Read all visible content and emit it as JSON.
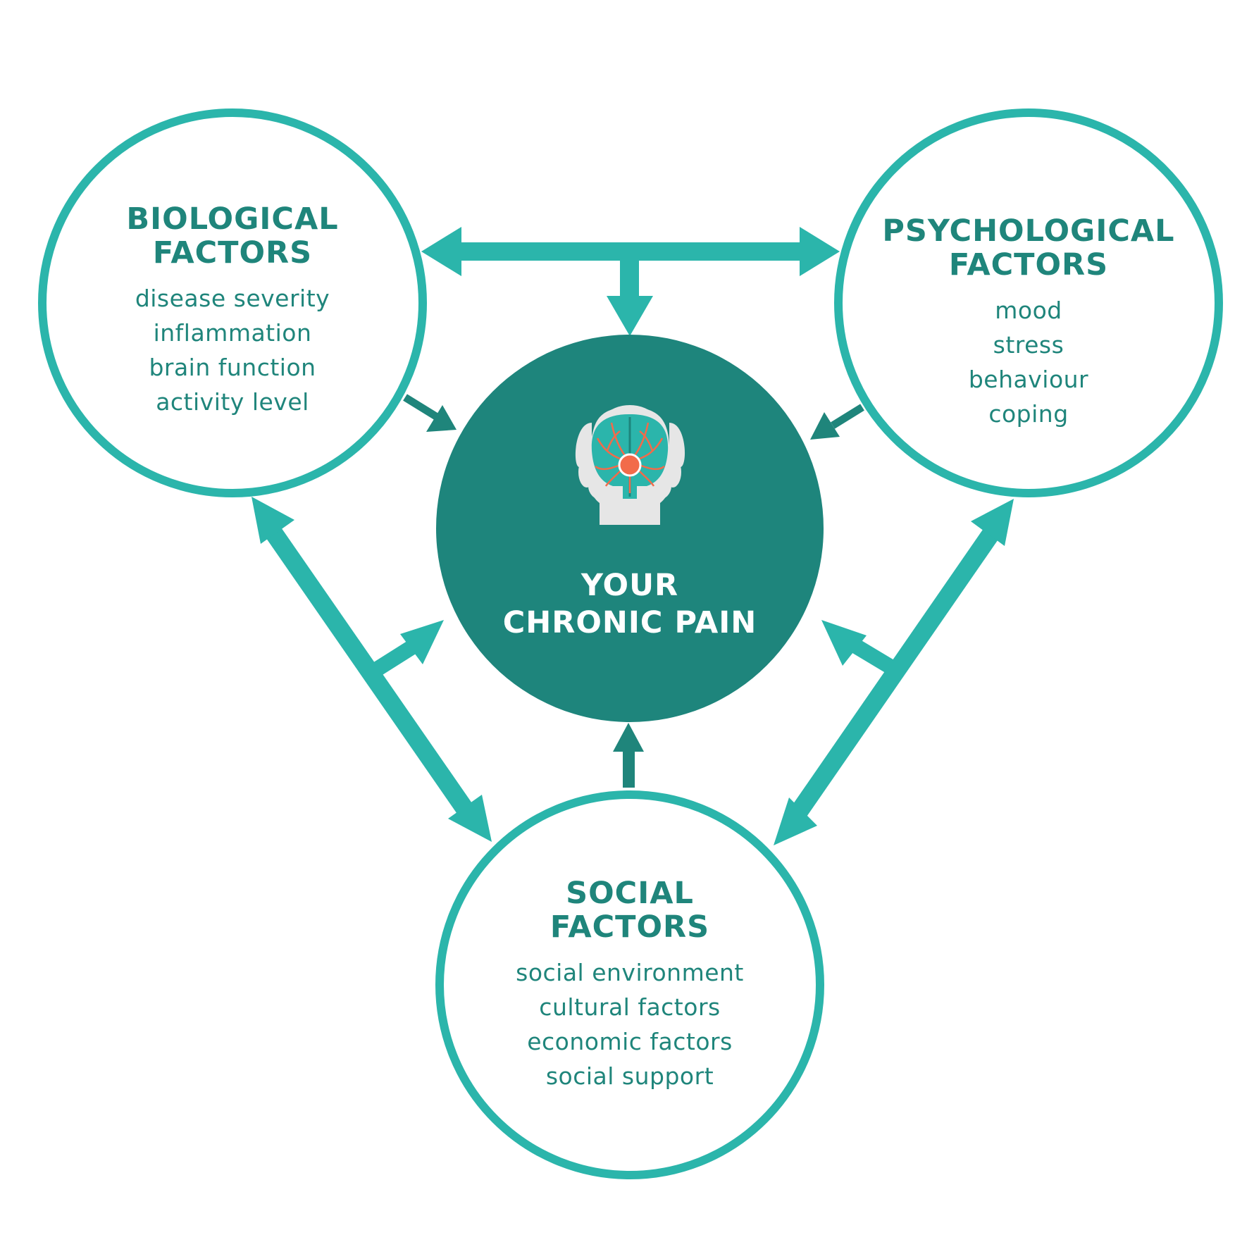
{
  "colors": {
    "circle_outline": "#2bb5ab",
    "arrow_light": "#2bb5ab",
    "arrow_dark": "#1f857b",
    "center_fill": "#1e857c",
    "text_teal": "#1f857b",
    "head_gray": "#e6e6e6",
    "pain_orange": "#f26b4a"
  },
  "center": {
    "icon": "head-brain-icon",
    "title_line1": "YOUR",
    "title_line2": "CHRONIC PAIN"
  },
  "biological": {
    "title_line1": "BIOLOGICAL",
    "title_line2": "FACTORS",
    "items": [
      "disease severity",
      "inflammation",
      "brain function",
      "activity level"
    ]
  },
  "psychological": {
    "title_line1": "PSYCHOLOGICAL",
    "title_line2": "FACTORS",
    "items": [
      "mood",
      "stress",
      "behaviour",
      "coping"
    ]
  },
  "social": {
    "title_line1": "SOCIAL",
    "title_line2": "FACTORS",
    "items": [
      "social environment",
      "cultural factors",
      "economic factors",
      "social support"
    ]
  }
}
